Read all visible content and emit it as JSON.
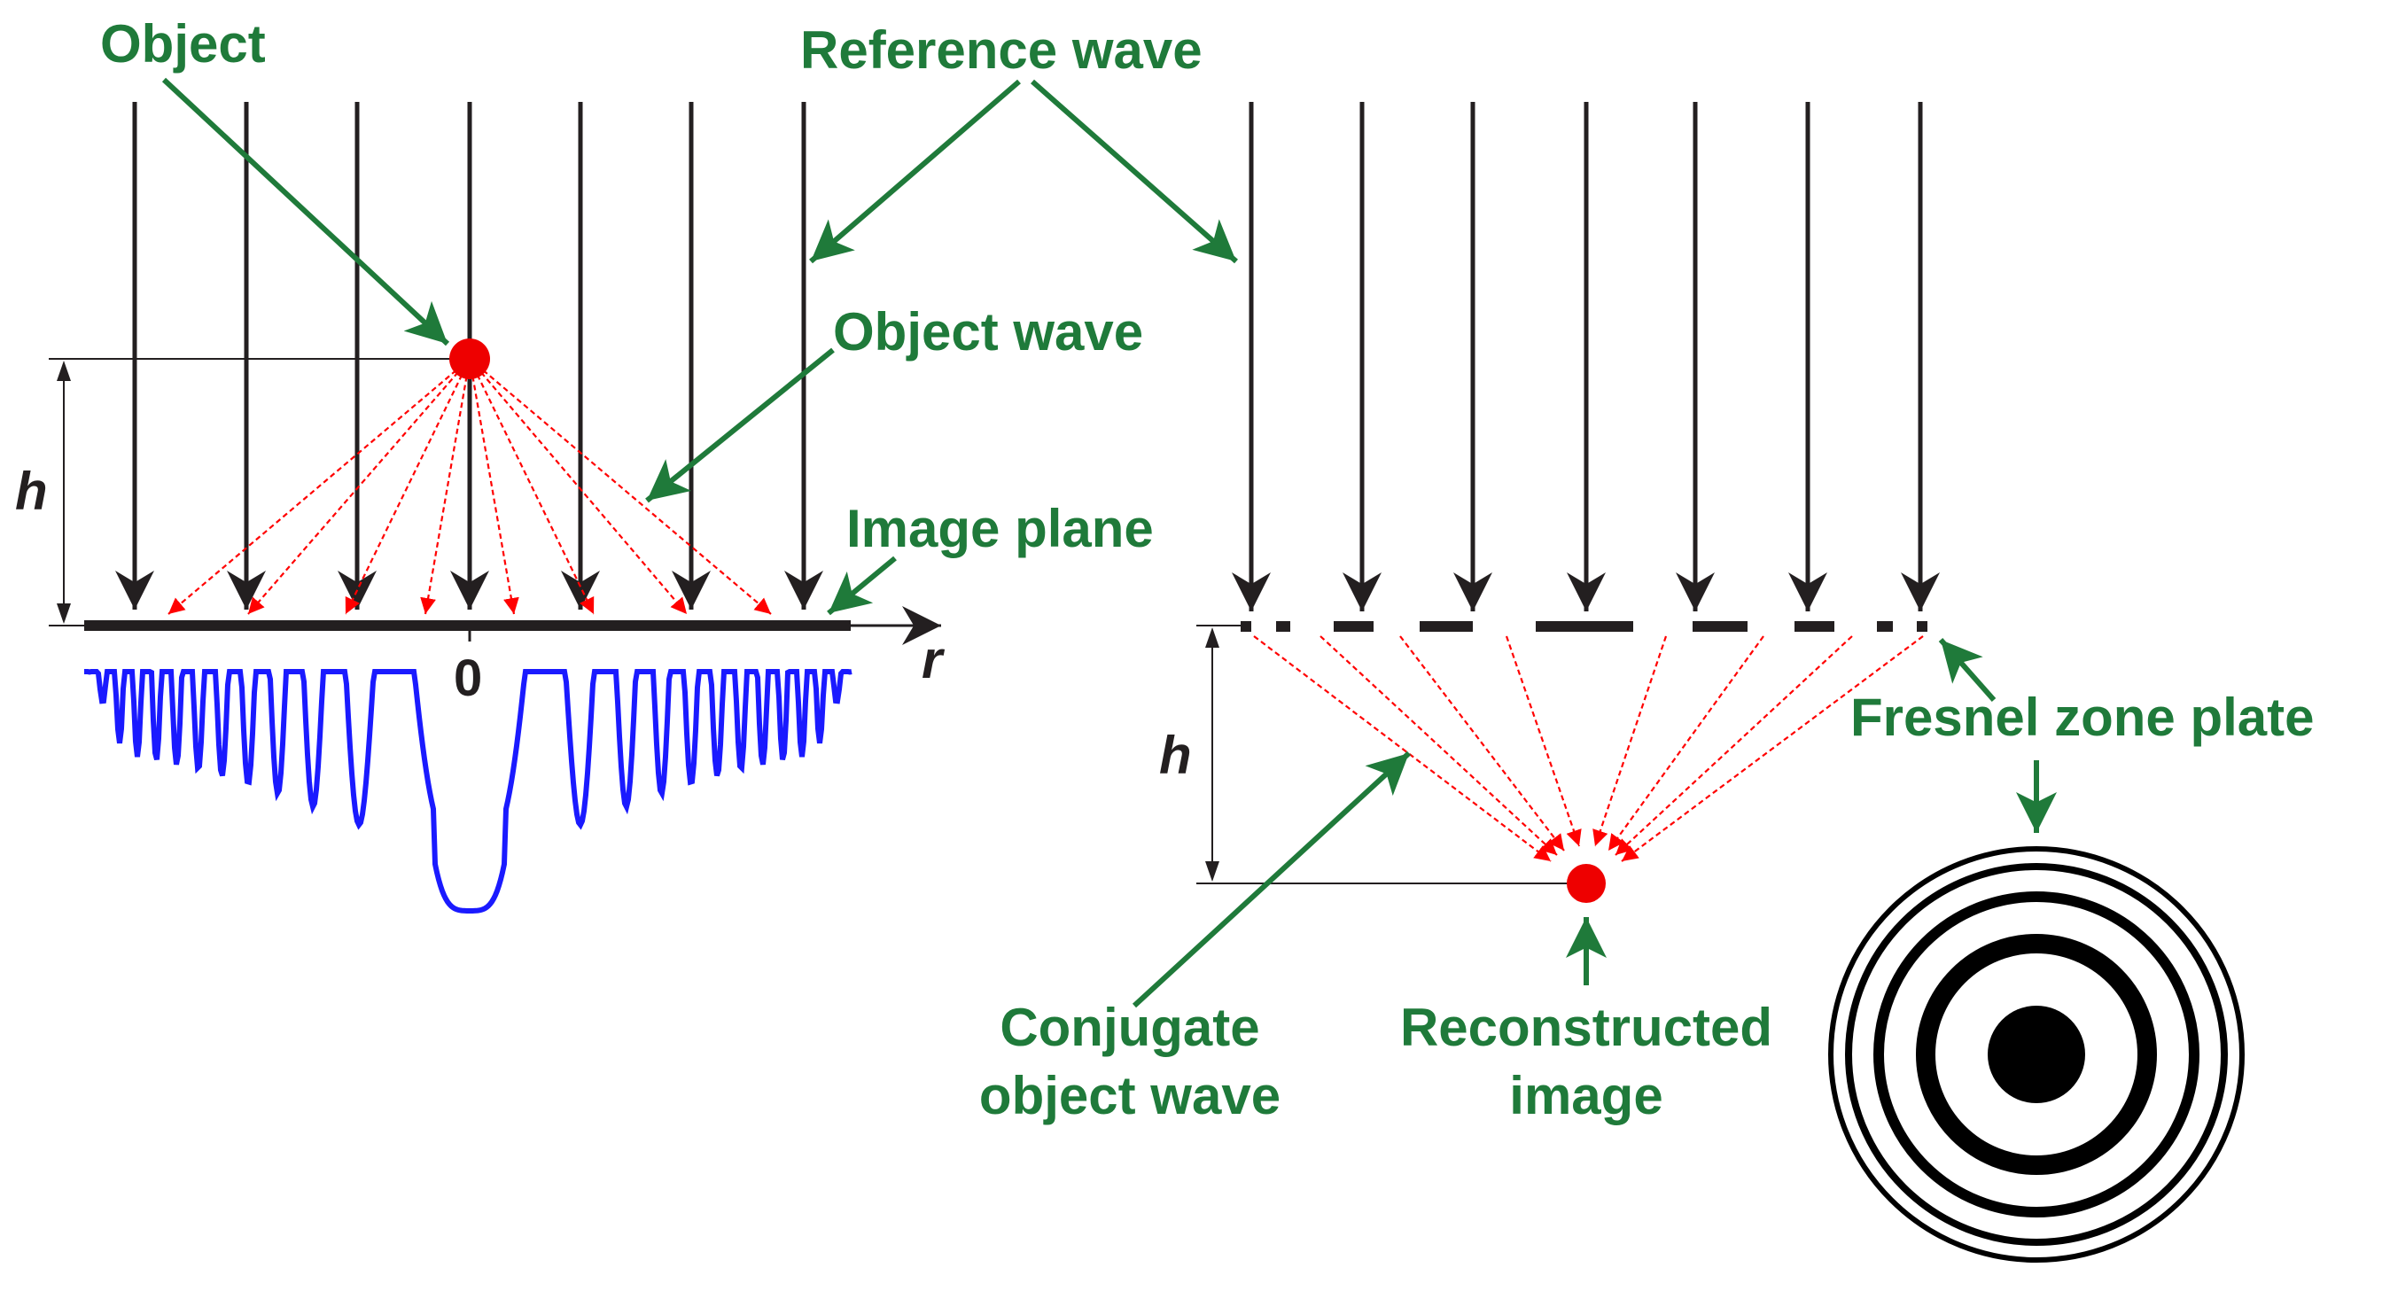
{
  "labels": {
    "object": "Object",
    "reference_wave": "Reference wave",
    "object_wave": "Object wave",
    "image_plane": "Image plane",
    "h_left": "h",
    "origin": "0",
    "r_axis": "r",
    "h_right": "h",
    "fresnel_zone_plate": "Fresnel zone plate",
    "conjugate_line1": "Conjugate",
    "conjugate_line2": "object wave",
    "reconstructed_line1": "Reconstructed",
    "reconstructed_line2": "image"
  },
  "colors": {
    "label_green": "#1f7a3a",
    "arrow_black": "#231f20",
    "ray_red": "#ff0000",
    "object_red": "#ee0000",
    "curve_blue": "#1a1aff"
  }
}
